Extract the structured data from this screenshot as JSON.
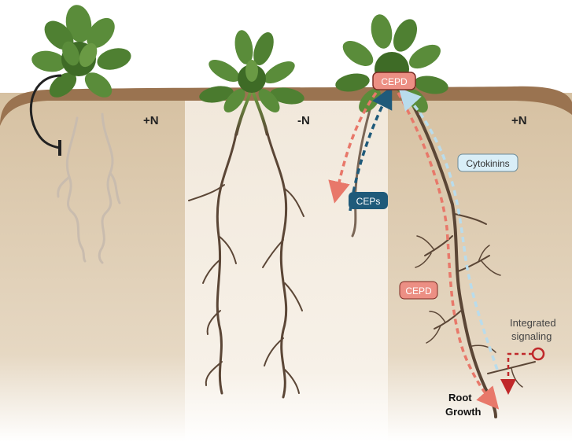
{
  "panels": {
    "left_label": "+N",
    "middle_label": "-N",
    "right_label": "+N"
  },
  "signals": {
    "cepd_shoot": "CEPD",
    "ceps": "CEPs",
    "cytokinins": "Cytokinins",
    "cepd_root": "CEPD",
    "integrated_line1": "Integrated",
    "integrated_line2": "signaling",
    "root_growth_line1": "Root",
    "root_growth_line2": "Growth"
  },
  "colors": {
    "soil": "#d8c4a6",
    "soil_light": "#f3ebdf",
    "soil_top": "#9a7350",
    "leaf": "#5a8c3a",
    "leaf_dark": "#3e6b26",
    "root": "#5b4636",
    "root_pale": "#c9bcae",
    "cepd_red": "#e8786a",
    "cepd_fill": "#ec8f84",
    "ceps_blue": "#1f5a7a",
    "cyto_light": "#b9dcec",
    "inhibit": "#222222",
    "signal_red": "#c0282a"
  }
}
